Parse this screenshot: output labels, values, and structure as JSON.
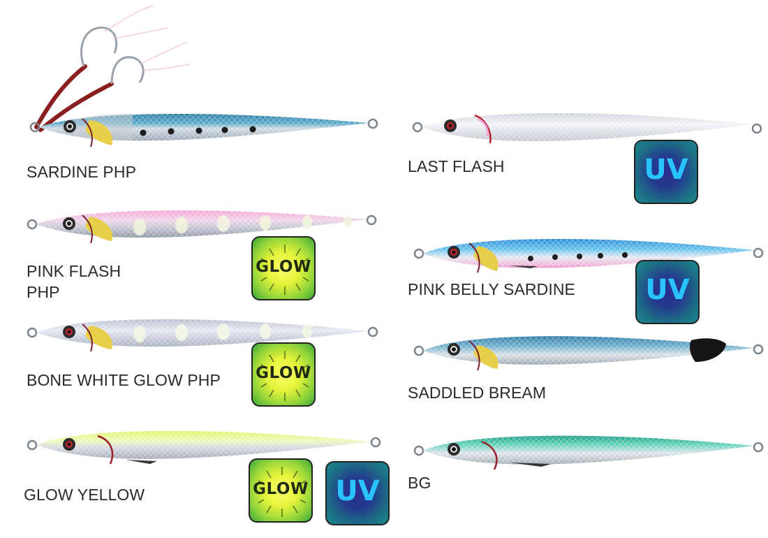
{
  "lures": [
    {
      "label": "SARDINE PHP",
      "badges": []
    },
    {
      "label": "PINK FLASH",
      "label2": "PHP",
      "badges": [
        "GLOW"
      ]
    },
    {
      "label": "BONE WHITE GLOW PHP",
      "badges": [
        "GLOW"
      ]
    },
    {
      "label": "GLOW YELLOW",
      "badges": [
        "GLOW",
        "UV"
      ]
    },
    {
      "label": "LAST FLASH",
      "badges": [
        "UV"
      ]
    },
    {
      "label": "PINK BELLY SARDINE",
      "badges": [
        "UV"
      ]
    },
    {
      "label": "SADDLED BREAM",
      "badges": []
    },
    {
      "label": "BG",
      "badges": []
    }
  ],
  "badge_text": {
    "glow": "GLOW",
    "uv": "UV"
  },
  "colors": {
    "sardine_back": "#3f8fb3",
    "pink_back": "#f0a9d6",
    "bone_white": "#cfd3df",
    "glow_yellow": "#e6f78a",
    "last_flash": "#e7e9ee",
    "pink_belly_sardine_back": "#3ea9e6",
    "saddled_bream_back": "#4a9cc6",
    "bg_back": "#3fc3a6",
    "eye_red": "#c2262b",
    "gill_yellow": "#e7cf4a",
    "badge_glow": "#e4f33a",
    "badge_uv": "#243a8e",
    "uv_text": "#29c3ff"
  }
}
